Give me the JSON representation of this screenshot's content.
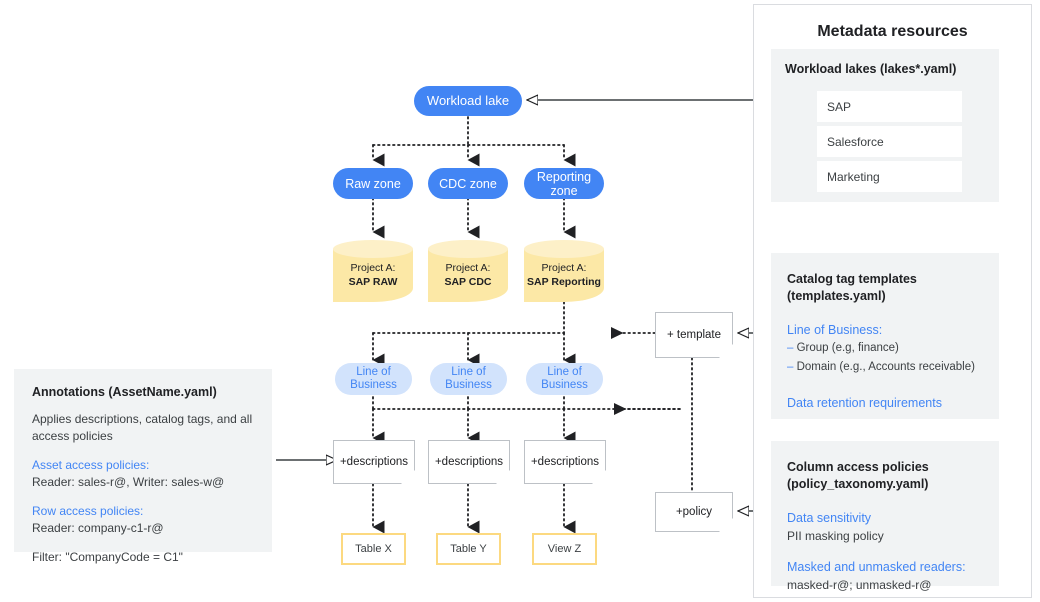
{
  "flow": {
    "lake": "Workload lake",
    "zones": [
      "Raw zone",
      "CDC zone",
      "Reporting zone"
    ],
    "projects": [
      {
        "line1": "Project A:",
        "line2": "SAP RAW"
      },
      {
        "line1": "Project A:",
        "line2": "SAP CDC"
      },
      {
        "line1": "Project A:",
        "line2": "SAP Reporting"
      }
    ],
    "lob": [
      "Line of Business",
      "Line of Business",
      "Line of Business"
    ],
    "descriptions": [
      "+descriptions",
      "+descriptions",
      "+descriptions"
    ],
    "assets": [
      "Table X",
      "Table Y",
      "View Z"
    ],
    "template_note": "+ template",
    "policy_note": "+policy"
  },
  "annotations": {
    "title": "Annotations (AssetName.yaml)",
    "intro": "Applies descriptions, catalog tags, and all access policies",
    "asset_label": "Asset access policies:",
    "asset_value": "Reader: sales-r@, Writer: sales-w@",
    "row_label": "Row access policies:",
    "row_value": "Reader: company-c1-r@",
    "filter": "Filter: \"CompanyCode = C1\""
  },
  "metadata": {
    "title": "Metadata resources",
    "lakes": {
      "heading": "Workload lakes (lakes*.yaml)",
      "items": [
        "SAP",
        "Salesforce",
        "Marketing"
      ]
    },
    "templates": {
      "heading_line1": "Catalog tag templates",
      "heading_line2": "(templates.yaml)",
      "lob_label": "Line of Business:",
      "bullets": [
        "Group (e.g, finance)",
        "Domain (e.g., Accounts receivable)"
      ],
      "retention": "Data retention requirements"
    },
    "policies": {
      "heading_line1": "Column access policies",
      "heading_line2": "(policy_taxonomy.yaml)",
      "sensitivity_label": "Data sensitivity",
      "sensitivity_value": "PII masking policy",
      "readers_label": "Masked and unmasked readers:",
      "readers_value": "masked-r@; unmasked-r@"
    }
  },
  "colors": {
    "blue": "#4285f4",
    "light_blue": "#d2e3fc",
    "cyl_fill": "#fce8a6",
    "cyl_top": "#fdf0c8",
    "yellow_border": "#fcd980",
    "panel_gray": "#f1f3f4",
    "border_gray": "#bdc1c6"
  }
}
